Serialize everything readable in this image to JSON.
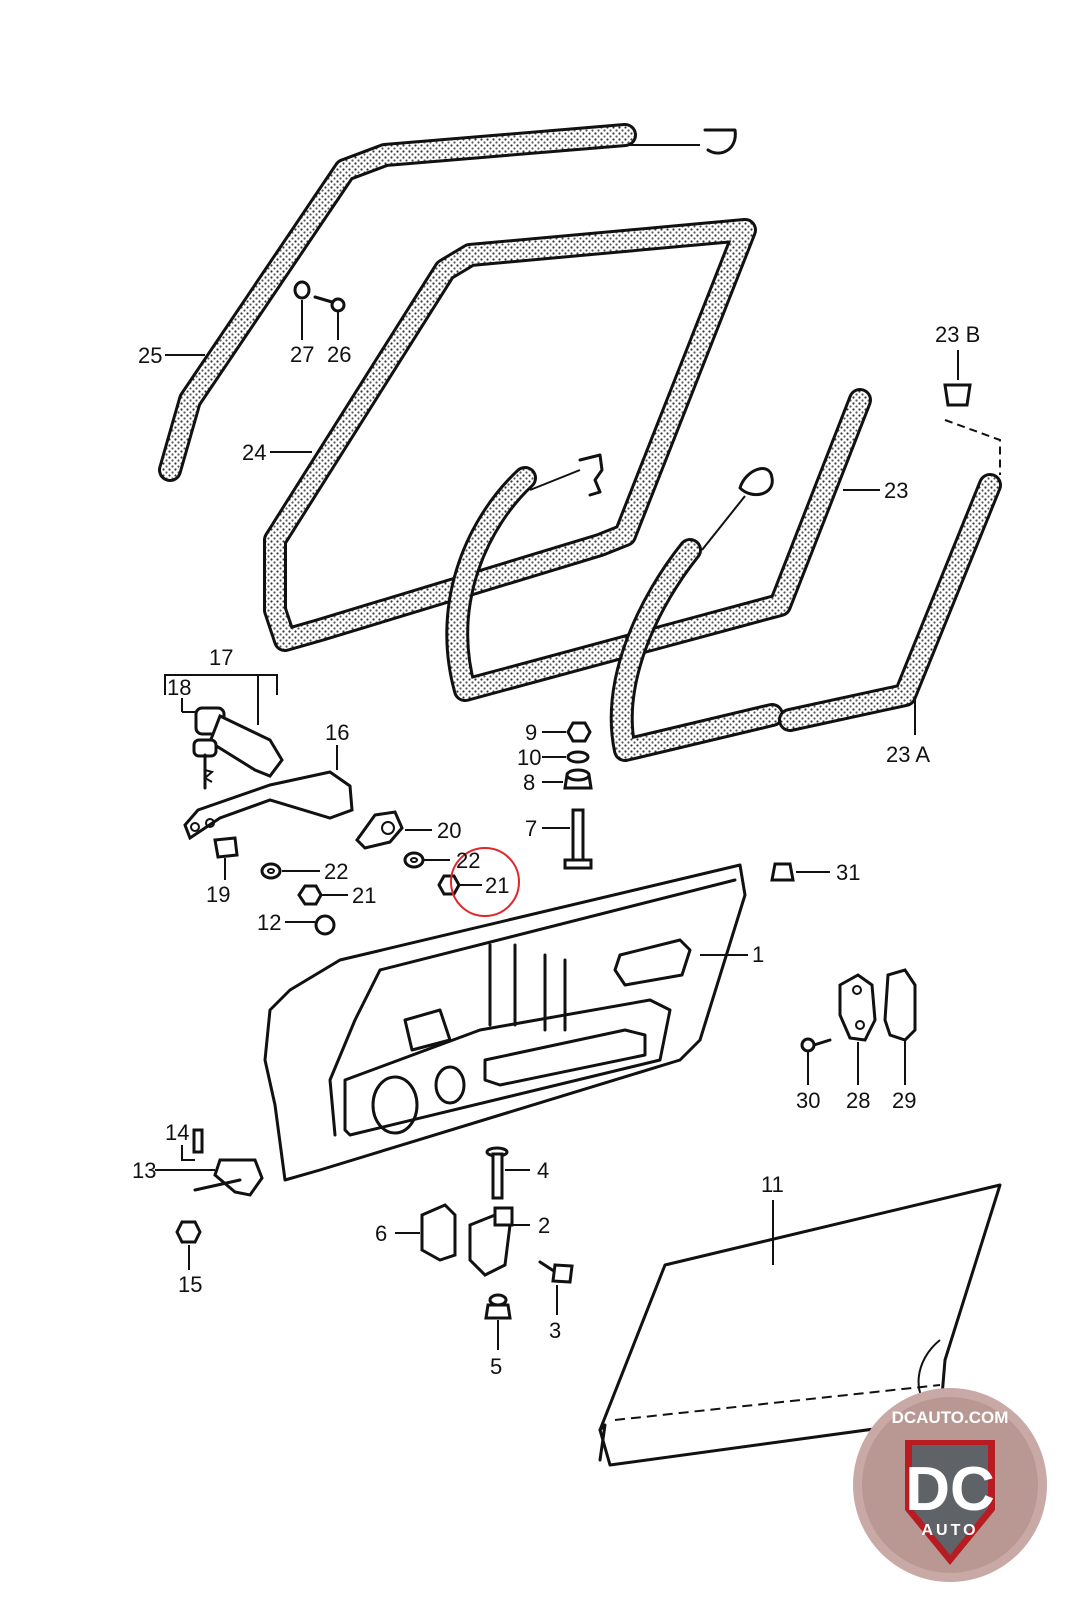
{
  "parts": {
    "p1": "1",
    "p2": "2",
    "p3": "3",
    "p4": "4",
    "p5": "5",
    "p6": "6",
    "p7": "7",
    "p8": "8",
    "p9": "9",
    "p10": "10",
    "p11": "11",
    "p12": "12",
    "p13": "13",
    "p14": "14",
    "p15": "15",
    "p16": "16",
    "p17": "17",
    "p18": "18",
    "p19": "19",
    "p20": "20",
    "p21a": "21",
    "p21b": "21",
    "p22a": "22",
    "p22b": "22",
    "p23": "23",
    "p23a": "23 A",
    "p23b": "23 B",
    "p24": "24",
    "p25": "25",
    "p26": "26",
    "p27": "27",
    "p28": "28",
    "p29": "29",
    "p30": "30",
    "p31": "31"
  },
  "colors": {
    "ink": "#111111",
    "highlight": "#e0262c",
    "seal_fill": "#d9d9d9",
    "logo_outer": "#c9a9a6",
    "logo_red": "#b71c22",
    "logo_grey": "#5f6368"
  },
  "logo": {
    "top_text": "DCAUTO.COM",
    "mark": "DC",
    "bottom_text": "AUTO"
  }
}
